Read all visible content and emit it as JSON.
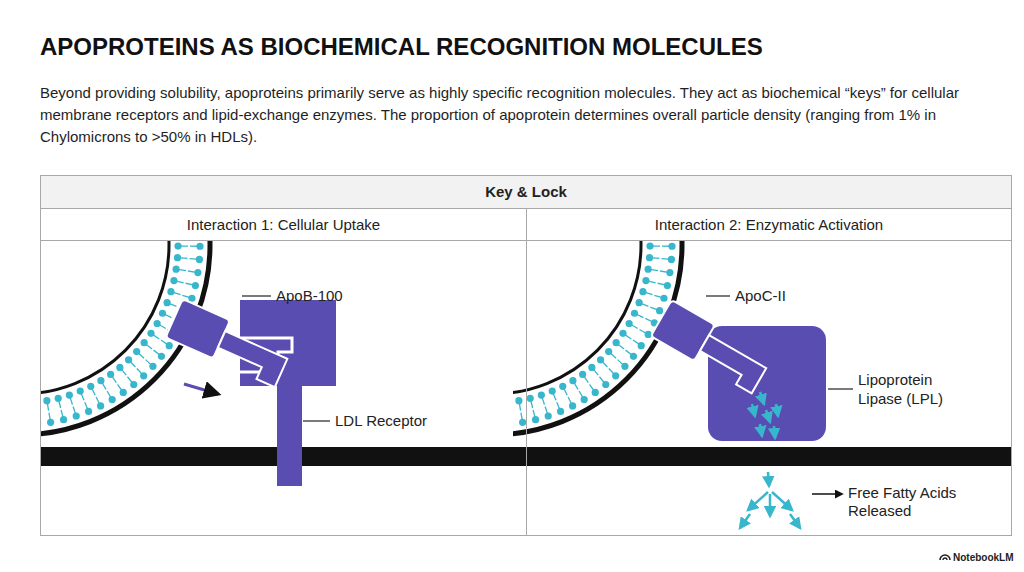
{
  "diagram": {
    "title": "APOPROTEINS AS BIOCHEMICAL RECOGNITION MOLECULES",
    "nodes": [
      {
        "text": [
          "Key & Lock"
        ]
      },
      {
        "text": [
          "Interaction 1: Cellular Uptake"
        ],
        "in": 0
      },
      {
        "text": [
          "Interaction 2: Enzymatic Activation"
        ],
        "in": 0
      }
    ],
    "labels": [
      "Beyond providing solubility, apoproteins primarily serve as highly specific recognition molecules. They act as biochemical “keys” for cellular membrane receptors and lipid-exchange enzymes. The proportion of apoprotein determines overall particle density (ranging from 1% in Chylomicrons to >50% in HDLs).",
      "ApoB-100",
      "LDL Receptor",
      "ApoC-II",
      "Lipoprotein Lipase (LPL)",
      "Free Fatty Acids Released",
      "NotebookLM"
    ]
  }
}
